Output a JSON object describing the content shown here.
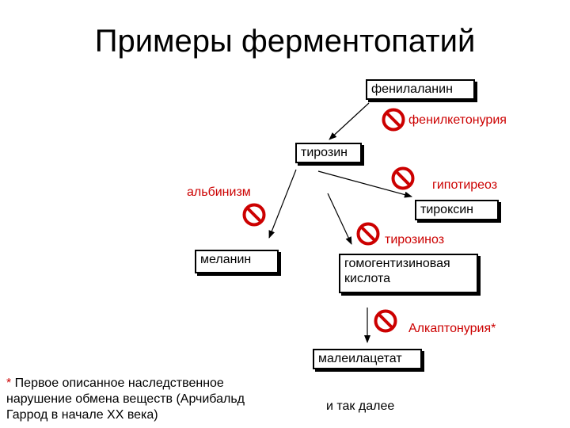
{
  "title": "Примеры ферментопатий",
  "nodes": {
    "phenylalanine": "фенилаланин",
    "tyrosine": "тирозин",
    "thyroxine": "тироксин",
    "melanin": "меланин",
    "homogentisic_acid": "гомогентизиновая\nкислота",
    "maleylacetate": "малеилацетат"
  },
  "diseases": {
    "phenylketonuria": "фенилкетонурия",
    "hypothyroidism": "гипотиреоз",
    "albinism": "альбинизм",
    "tyrosinosis": "тирозиноз",
    "alkaptonuria": "Алкаптонурия*"
  },
  "etc": "и так далее",
  "footnote": {
    "star": "*",
    "text": " Первое описанное наследственное\nнарушение обмена веществ (Арчибальд\nГаррод в начале XX века)"
  },
  "colors": {
    "disease_text": "#cc0000",
    "prohibit_sign": "#cc0000"
  },
  "icons": {
    "block": "prohibition-sign-icon"
  }
}
